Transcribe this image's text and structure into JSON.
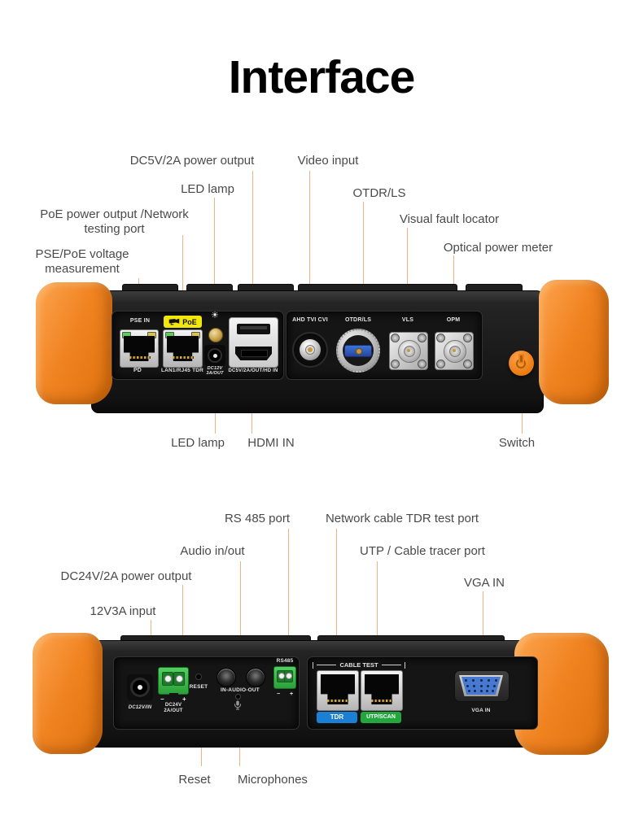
{
  "title": "Interface",
  "callouts": {
    "top_panel": {
      "above": [
        "DC5V/2A power output",
        "Video input",
        "LED lamp",
        "OTDR/LS",
        "PoE power output /Network testing port",
        "Visual fault locator",
        "PSE/PoE voltage measurement",
        "Optical power meter"
      ],
      "below": [
        "LED lamp",
        "HDMI IN",
        "Switch"
      ]
    },
    "bottom_panel": {
      "above": [
        "RS 485 port",
        "Network cable TDR test port",
        "Audio in/out",
        "UTP / Cable tracer port",
        "DC24V/2A power output",
        "VGA IN",
        "12V3A input"
      ],
      "below": [
        "Reset",
        "Microphones"
      ]
    }
  },
  "device_top": {
    "pse_in": "PSE IN",
    "poe_badge": "PoE",
    "pd": "PD",
    "lan1": "LAN1/RJ45 TDR",
    "dc12v_line1": "DC12V",
    "dc12v_line2": "3A/OUT",
    "dc5v": "DC5V/2A/OUT/HD IN",
    "ahd": "AHD TVI CVI",
    "otdr": "OTDR/LS",
    "vls": "VLS",
    "opm": "OPM"
  },
  "device_bottom": {
    "dc12vin": "DC12V/IN",
    "dc24v_line1": "DC24V",
    "dc24v_line2": "2A/OUT",
    "reset": "RESET",
    "audio": "IN-AUDIO-OUT",
    "rs485": "RS485",
    "minus": "−",
    "plus": "+",
    "cable_test": "CABLE TEST",
    "tdr_tag": "TDR",
    "utp_tag": "UTP/SCAN",
    "vga": "VGA IN"
  },
  "icons": {
    "led_lamp_glyph": "☀"
  },
  "colors": {
    "handle_orange": "#f08220",
    "leader_line": "#f2b083",
    "label_text": "#4a4a4a",
    "poe_yellow": "#f2e60a",
    "tdr_blue": "#1b7fd4",
    "utp_green": "#21a73e",
    "vga_blue": "#4679cf",
    "terminal_green": "#3db54a"
  }
}
